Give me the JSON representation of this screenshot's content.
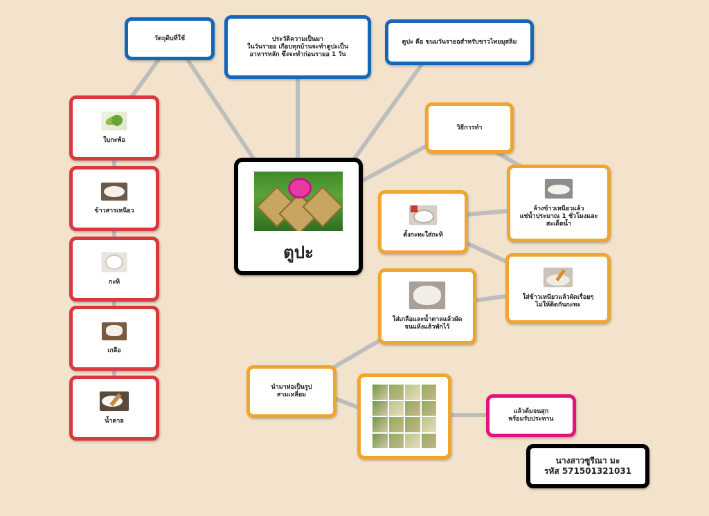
{
  "center": {
    "title": "ตูปะ"
  },
  "top": {
    "ingredients": "วัตถุดิบที่ใช้",
    "history": "ประวัติความเป็นมา\nในวันรายอ  เกือบทุกบ้านจะทำตูปะเป็น\nอาหารหลัก  ซึ่งจะทำก่อนรายอ  1  วัน",
    "definition": "ตูปะ  คือ ขนมวันรายอสำหรับชาวไทยมุสลิม"
  },
  "ingredients": [
    {
      "label": "ใบกะพ้อ",
      "icon": "palm-leaf-photo"
    },
    {
      "label": "ข้าวสารเหนียว",
      "icon": "sticky-rice-photo"
    },
    {
      "label": "กะทิ",
      "icon": "coconut-milk-photo"
    },
    {
      "label": "เกลือ",
      "icon": "salt-photo"
    },
    {
      "label": "น้ำตาล",
      "icon": "sugar-photo"
    }
  ],
  "method": {
    "title": "วิธีการทำ",
    "wash": "ล้างข้าวเหนียวแล้ว\nแช่น้ำประมาณ  1 ชั่วโมงและ\nสะเด็ดน้ำ",
    "pour_milk": "ตั้งกะทะใส่กะทิ",
    "add_rice": "ใส่ข้าวเหนียวแล้วผัดเรื่อยๆ\nไม่ให้ติดกันกะทะ",
    "add_salt": "ใส่เกลือและน้ำตาลแล้วผัด\nจนแห้งแล้วพักไว้",
    "wrap": "นำมาห่อเป็นรูป\nสามเหลี่ยม",
    "boil": "แล้วต้มจนสุก\nพร้อมรับประทาน"
  },
  "author": {
    "name": "นางสาวซูรีณา  มะ",
    "id": "รหัส 571501321031"
  },
  "colors": {
    "background": "#f3e3cc",
    "blue": "#1467b8",
    "red": "#d9383e",
    "orange": "#f0a530",
    "magenta": "#e0147a",
    "connector": "#bdbdbd"
  }
}
